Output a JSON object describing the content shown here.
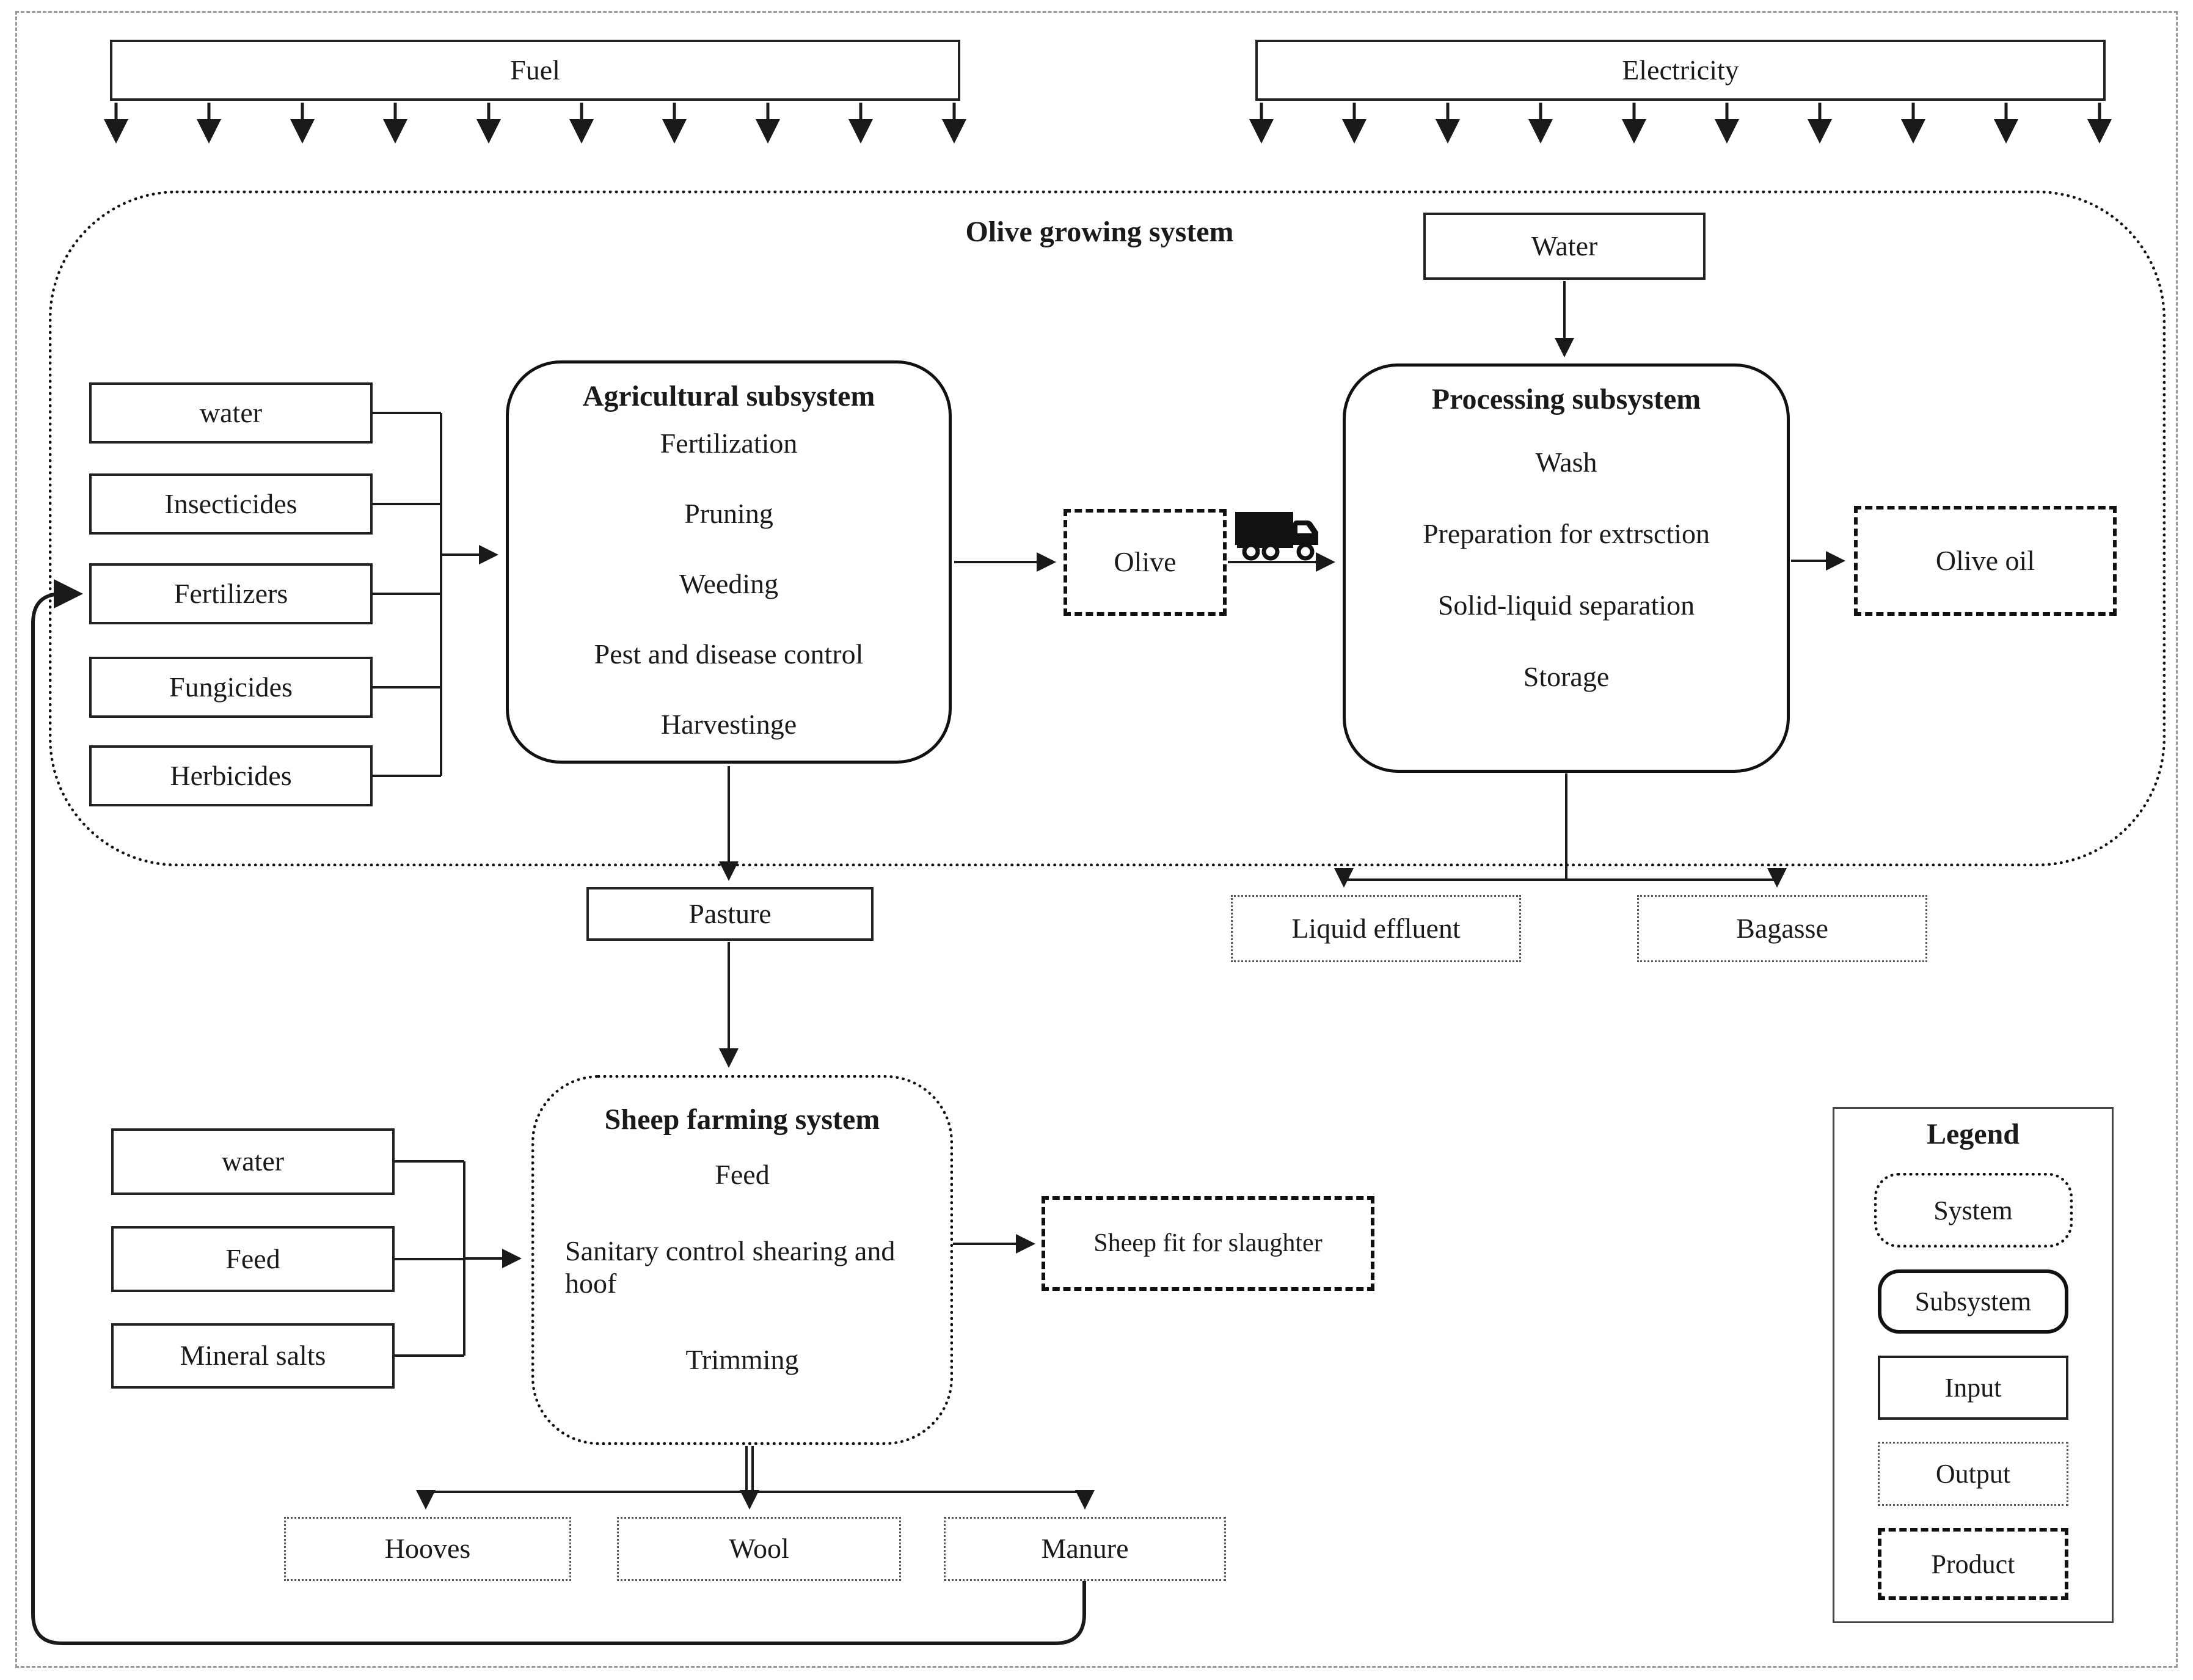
{
  "top": {
    "fuel": "Fuel",
    "electricity": "Electricity"
  },
  "olive": {
    "label": "Olive growing system",
    "water": "Water",
    "inputs": [
      "water",
      "Insecticides",
      "Fertilizers",
      "Fungicides",
      "Herbicides"
    ],
    "agri": {
      "title": "Agricultural subsystem",
      "items": [
        "Fertilization",
        "Pruning",
        "Weeding",
        "Pest and disease control",
        "Harvestinge"
      ]
    },
    "proc": {
      "title": "Processing subsystem",
      "items": [
        "Wash",
        "Preparation for extrsction",
        "Solid-liquid separation",
        "Storage"
      ]
    },
    "olive_product": "Olive",
    "olive_oil": "Olive oil",
    "outputs": [
      "Liquid effluent",
      "Bagasse"
    ]
  },
  "pasture": {
    "label": "Pasture"
  },
  "sheep": {
    "title": "Sheep farming system",
    "inputs": [
      "water",
      "Feed",
      "Mineral salts"
    ],
    "items": [
      "Feed",
      "Sanitary control shearing and hoof",
      "Trimming"
    ],
    "product": "Sheep fit for slaughter",
    "outputs": [
      "Hooves",
      "Wool",
      "Manure"
    ]
  },
  "legend": {
    "title": "Legend",
    "entries": [
      "System",
      "Subsystem",
      "Input",
      "Output",
      "Product"
    ]
  },
  "icons": {
    "truck": "truck-icon"
  },
  "colors": {
    "ink": "#1a1a1a",
    "background": "#ffffff"
  }
}
